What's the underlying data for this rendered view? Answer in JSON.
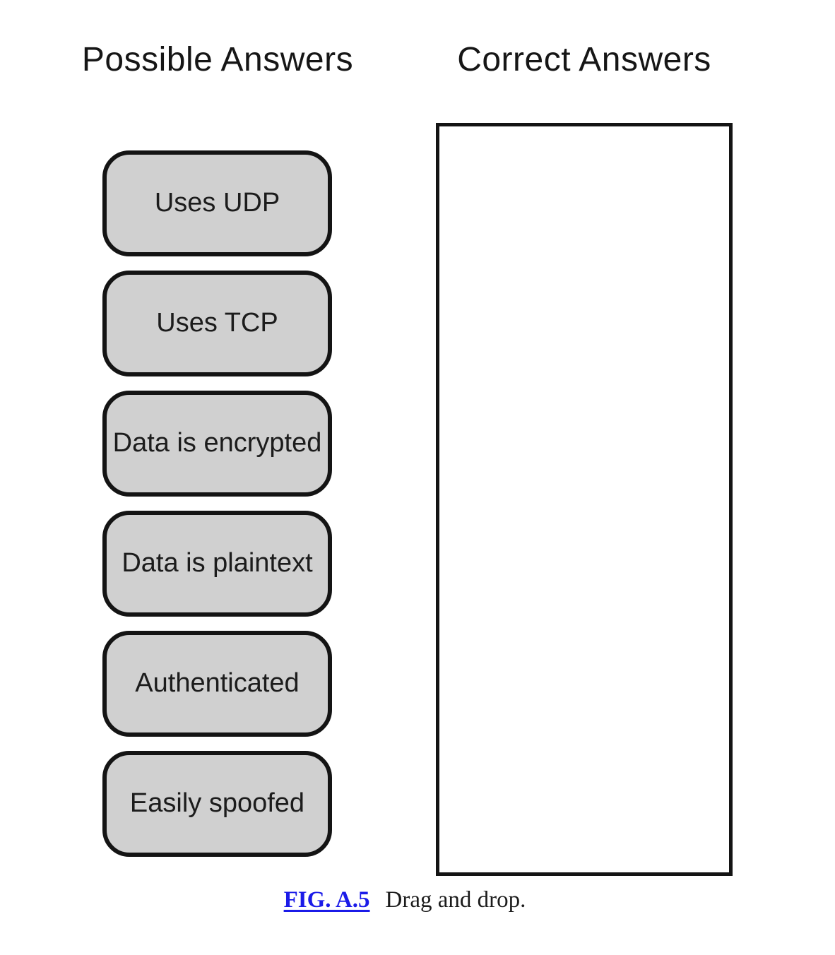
{
  "headers": {
    "possible": "Possible Answers",
    "correct": "Correct Answers"
  },
  "possible_answers": [
    {
      "label": "Uses UDP"
    },
    {
      "label": "Uses TCP"
    },
    {
      "label": "Data is encrypted"
    },
    {
      "label": "Data is plaintext"
    },
    {
      "label": "Authenticated"
    },
    {
      "label": "Easily spoofed"
    }
  ],
  "correct_answers": [],
  "caption": {
    "figure_label": "FIG. A.5",
    "text": "Drag and drop."
  },
  "colors": {
    "tile_fill": "#d0d0d0",
    "tile_border": "#141414",
    "dropzone_border": "#141414",
    "link_color": "#1b1be8"
  }
}
